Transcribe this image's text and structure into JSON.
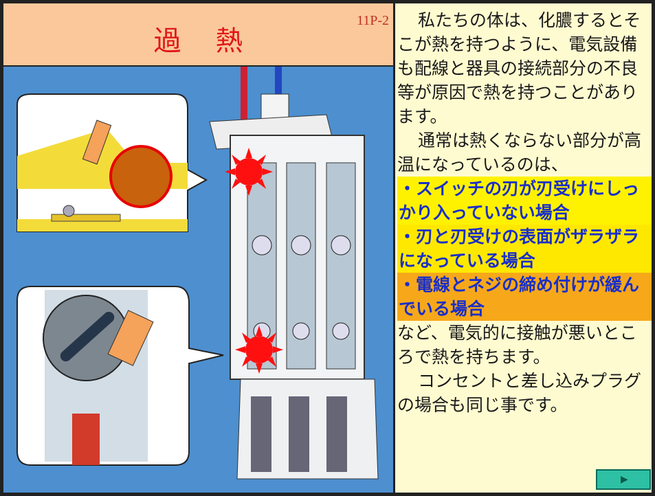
{
  "slide": {
    "title": "過熱",
    "page_number": "11P-2"
  },
  "text": {
    "paragraph1": "私たちの体は、化膿するとそこが熱を持つように、電気設備も配線と器具の接続部分の不良等が原因で熱を持つことがあります。",
    "paragraph2": "通常は熱くならない部分が高温になっているのは、",
    "cases": [
      "・スイッチの刃が刃受けにしっかり入っていない場合",
      "・刃と刃受けの表面がザラザラになっている場合",
      "・電線とネジの締め付けが緩んでいる場合"
    ],
    "paragraph3": "など、電気的に接触が悪いところで熱を持ちます。",
    "paragraph4": "コンセントと差し込みプラグの場合も同じ事です。"
  },
  "nav": {
    "next_icon": "▶"
  },
  "colors": {
    "title_bg": "#fbc89c",
    "title_text": "#e01818",
    "illustration_bg": "#4d8fcf",
    "highlight_yellow": "#fff200",
    "highlight_orange": "#f7a81a",
    "next_button": "#2ec0a4"
  }
}
